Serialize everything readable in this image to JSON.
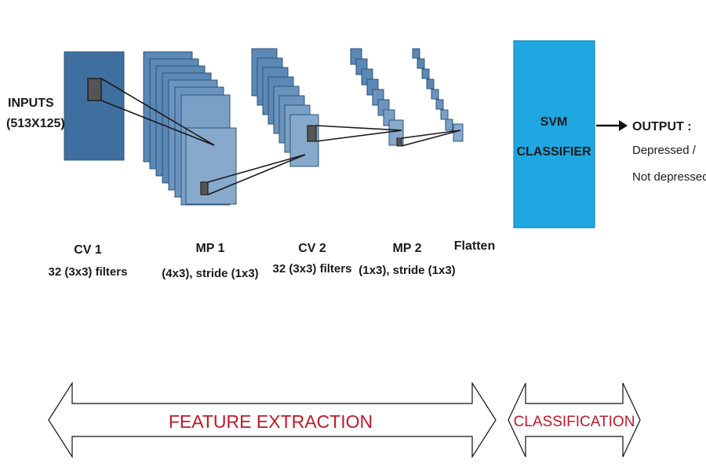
{
  "input": {
    "line1": "INPUTS",
    "line2": "(513X125)"
  },
  "layers": {
    "cv1": {
      "name": "CV 1",
      "detail": "32 (3x3) filters"
    },
    "mp1": {
      "name": "MP 1",
      "detail": "(4x3), stride (1x3)"
    },
    "cv2": {
      "name": "CV 2",
      "detail": "32 (3x3) filters"
    },
    "mp2": {
      "name": "MP 2",
      "detail": "(1x3), stride (1x3)"
    },
    "flatten": {
      "name": "Flatten"
    }
  },
  "svm": {
    "line1": "SVM",
    "line2": "CLASSIFIER"
  },
  "output": {
    "title": "OUTPUT :",
    "line1": "Depressed /",
    "line2": "Not depressed"
  },
  "phases": {
    "feature_extraction": "FEATURE EXTRACTION",
    "classification": "CLASSIFICATION"
  },
  "colors": {
    "block_dark": "#3f6f9f",
    "block_mid": "#5b88b5",
    "block_light": "#86a9cc",
    "svm_fill": "#1ea7e1",
    "phase_text": "#c0182a"
  }
}
